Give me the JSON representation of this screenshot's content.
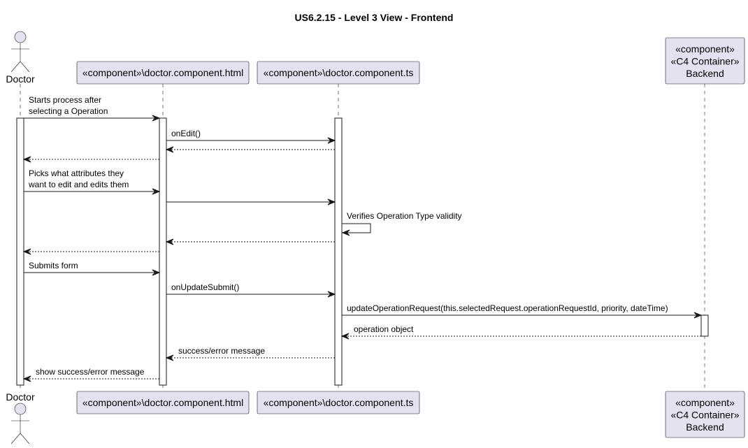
{
  "title": "US6.2.15 - Level 3 View - Frontend",
  "participants": [
    {
      "id": "doctor",
      "kind": "actor",
      "label": "Doctor"
    },
    {
      "id": "html",
      "kind": "component",
      "lines": [
        "«component»\\doctor.component.html"
      ]
    },
    {
      "id": "ts",
      "kind": "component",
      "lines": [
        "«component»\\doctor.component.ts"
      ]
    },
    {
      "id": "backend",
      "kind": "component",
      "lines": [
        "«component»",
        "«C4 Container»",
        "Backend"
      ]
    }
  ],
  "messages": [
    {
      "from": "doctor",
      "to": "html",
      "style": "solid",
      "label": [
        "Starts process after",
        "selecting a Operation"
      ]
    },
    {
      "from": "html",
      "to": "ts",
      "style": "solid",
      "label": [
        "onEdit()"
      ]
    },
    {
      "from": "ts",
      "to": "html",
      "style": "dashed",
      "label": []
    },
    {
      "from": "html",
      "to": "doctor",
      "style": "dashed",
      "label": []
    },
    {
      "from": "doctor",
      "to": "html",
      "style": "solid",
      "label": [
        "Picks what attributes they",
        "want to edit and edits them"
      ]
    },
    {
      "from": "html",
      "to": "ts",
      "style": "solid",
      "label": []
    },
    {
      "from": "ts",
      "to": "ts",
      "style": "self",
      "label": [
        "Verifies Operation Type validity"
      ]
    },
    {
      "from": "ts",
      "to": "html",
      "style": "dashed",
      "label": []
    },
    {
      "from": "html",
      "to": "doctor",
      "style": "dashed",
      "label": []
    },
    {
      "from": "doctor",
      "to": "html",
      "style": "solid",
      "label": [
        "Submits form"
      ]
    },
    {
      "from": "html",
      "to": "ts",
      "style": "solid",
      "label": [
        "onUpdateSubmit()"
      ]
    },
    {
      "from": "ts",
      "to": "backend",
      "style": "solid",
      "label": [
        "updateOperationRequest(this.selectedRequest.operationRequestId, priority, dateTime)"
      ]
    },
    {
      "from": "backend",
      "to": "ts",
      "style": "dashed",
      "label": [
        "operation object"
      ]
    },
    {
      "from": "ts",
      "to": "html",
      "style": "dashed",
      "label": [
        "success/error message"
      ]
    },
    {
      "from": "html",
      "to": "doctor",
      "style": "dashed",
      "label": [
        "show success/error message"
      ]
    }
  ],
  "colors": {
    "participant_fill": "#e2e2f0",
    "stroke": "#181818",
    "activation_fill": "#ffffff"
  }
}
